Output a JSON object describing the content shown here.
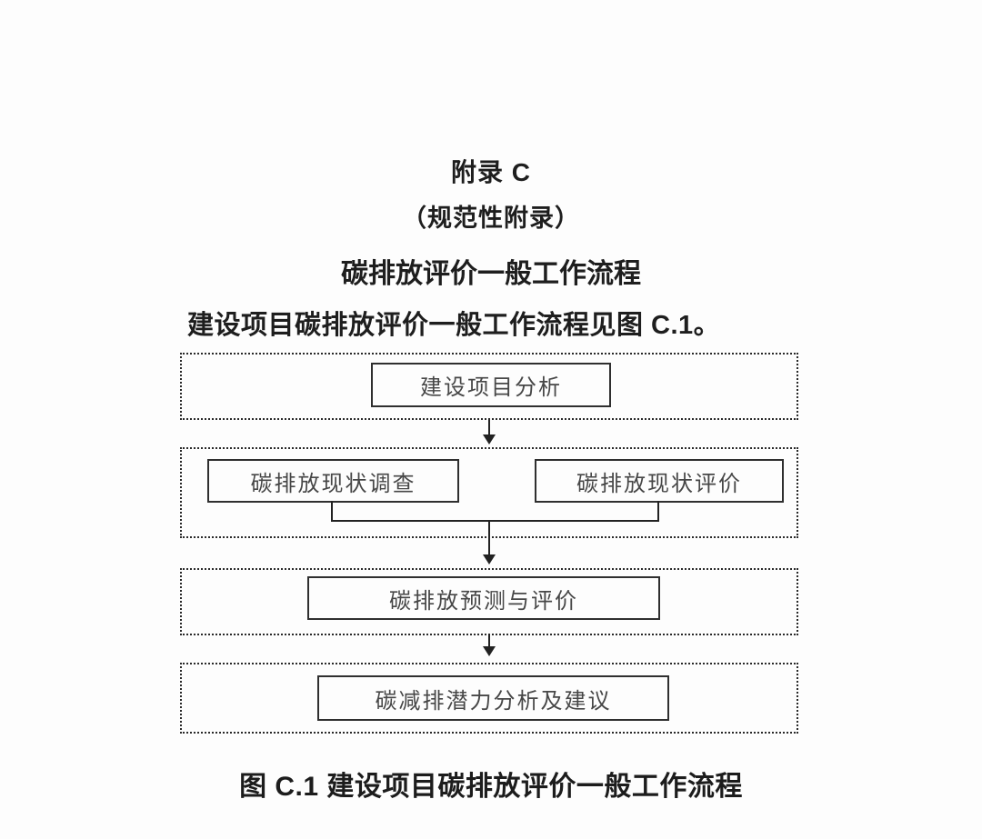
{
  "document": {
    "appendix_title": "附录 C",
    "appendix_subtitle": "（规范性附录）",
    "appendix_heading": "碳排放评价一般工作流程",
    "intro_text": "建设项目碳排放评价一般工作流程见图 C.1。",
    "figure_caption": "图 C.1  建设项目碳排放评价一般工作流程"
  },
  "flowchart": {
    "type": "flow-diagram",
    "steps": [
      {
        "id": "project-analysis",
        "label": "建设项目分析",
        "stage": 1
      },
      {
        "id": "status-survey",
        "label": "碳排放现状调查",
        "stage": 2
      },
      {
        "id": "status-evaluation",
        "label": "碳排放现状评价",
        "stage": 2
      },
      {
        "id": "prediction-evaluation",
        "label": "碳排放预测与评价",
        "stage": 3
      },
      {
        "id": "reduction-potential",
        "label": "碳减排潜力分析及建议",
        "stage": 4
      }
    ],
    "flow_order": [
      "建设项目分析 → (碳排放现状调查 + 碳排放现状评价) → 碳排放预测与评价 → 碳减排潜力分析及建议"
    ],
    "icons": [
      {
        "name": "arrow-down-icon",
        "count": 3,
        "meaning": "flow direction between stages"
      }
    ]
  },
  "colors": {
    "background": "#fdfdfd",
    "heading_text": "#1e1e1e",
    "box_text": "#474747",
    "solid_border": "#2f2f2f",
    "dotted_border": "#2a2a2a",
    "connector": "#222222"
  }
}
